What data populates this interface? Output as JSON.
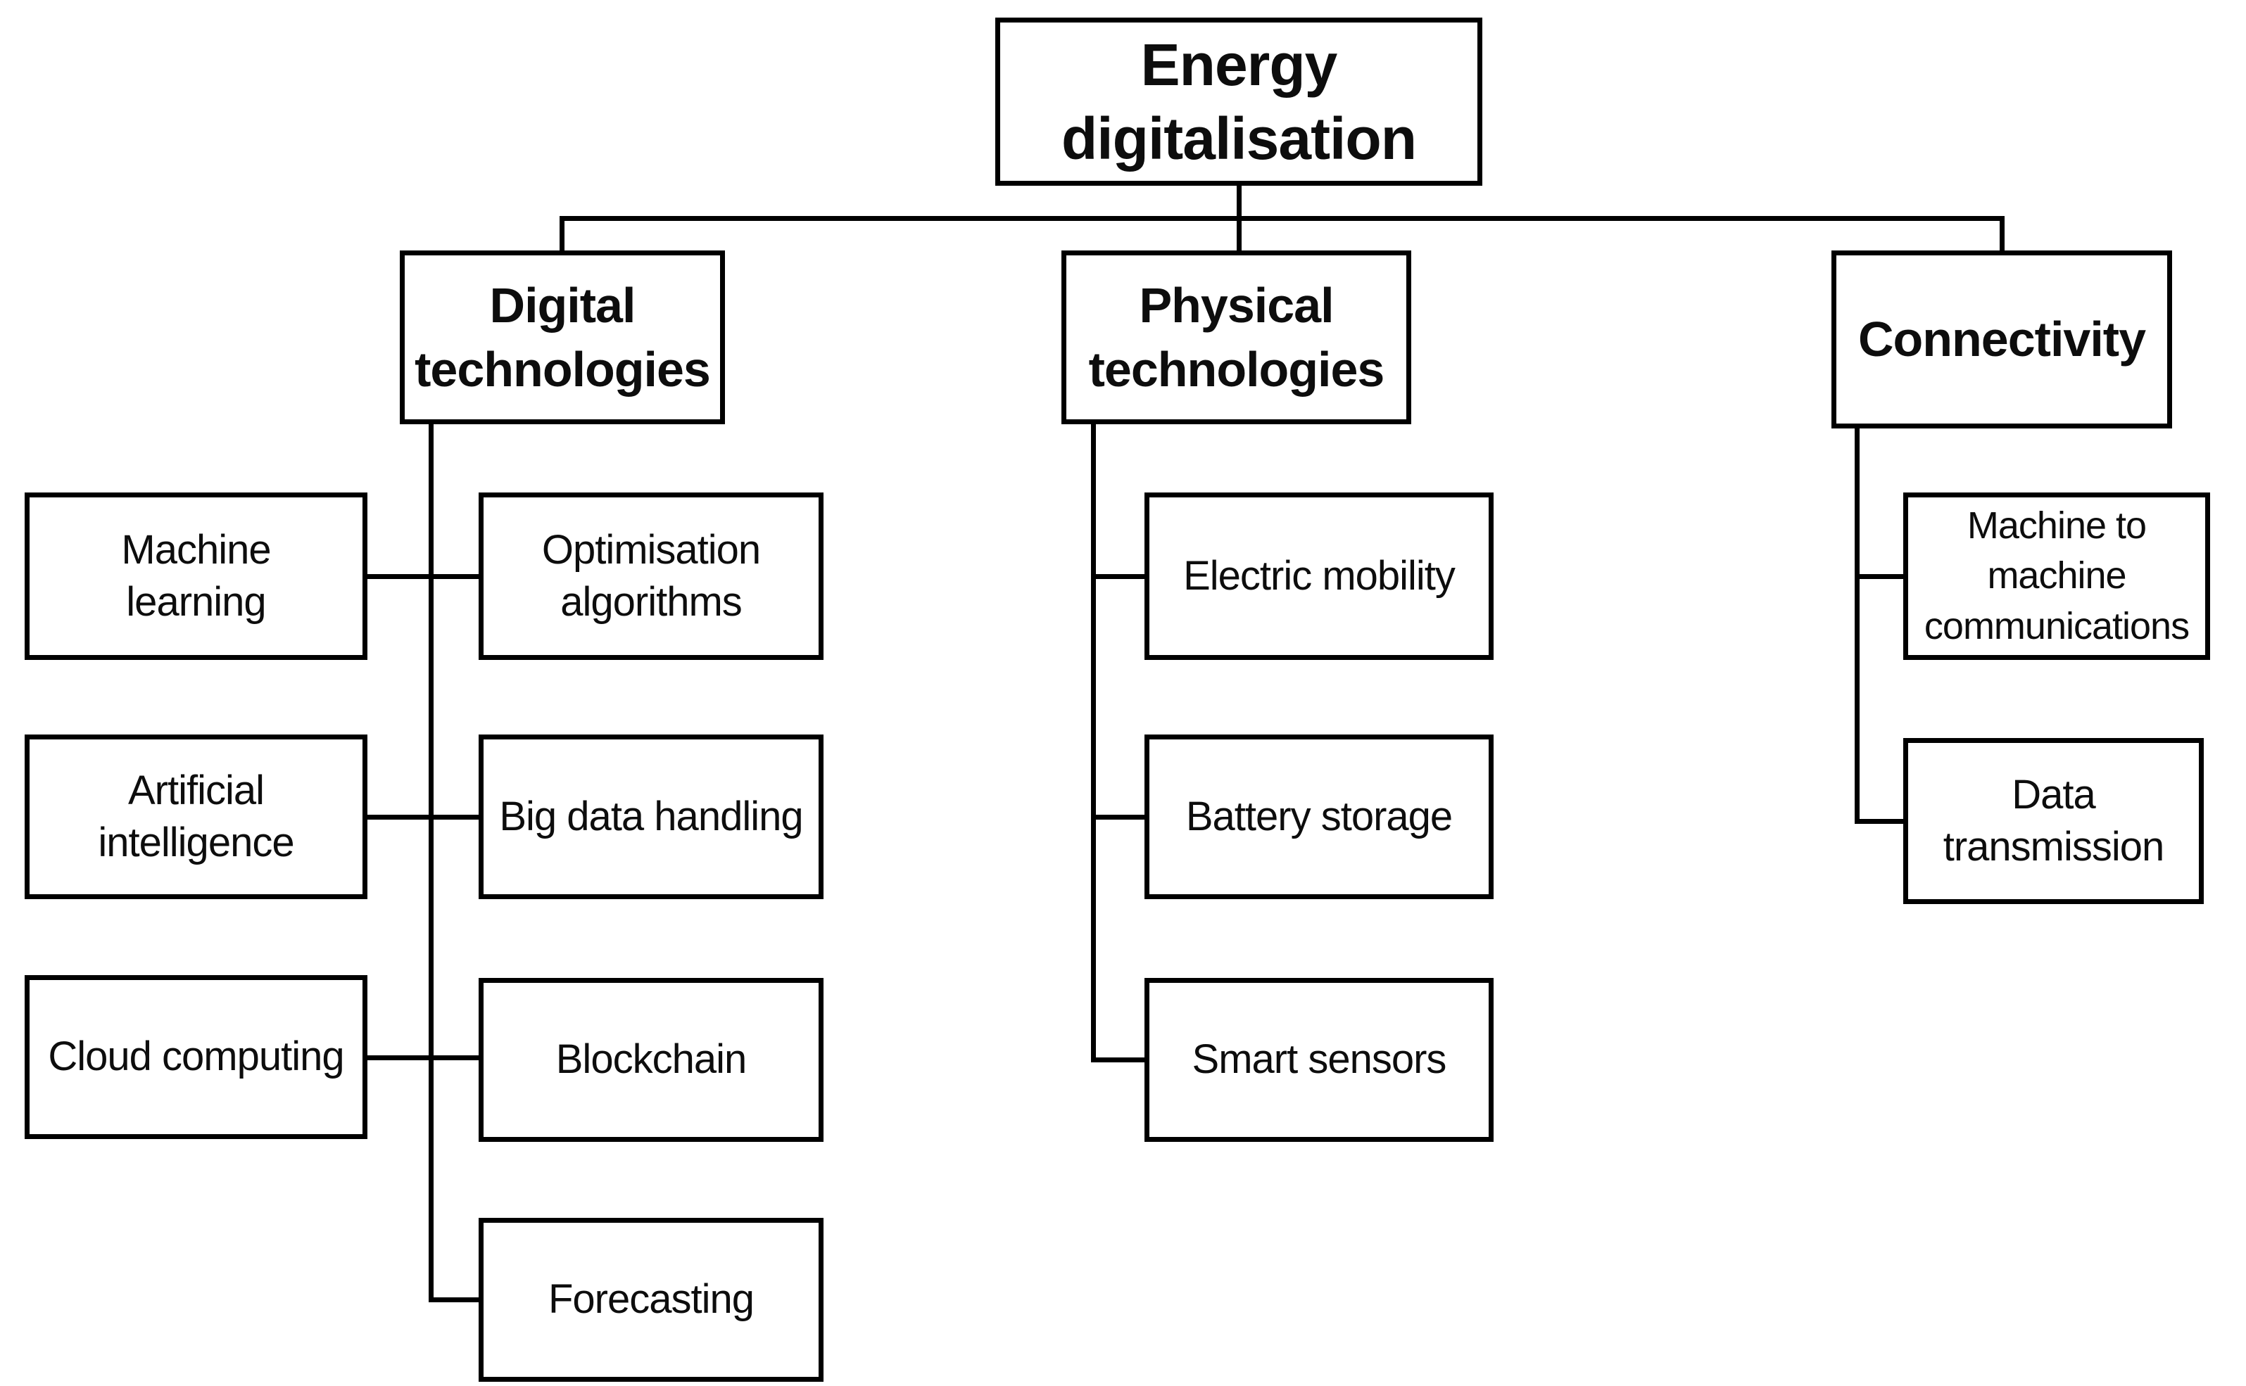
{
  "diagram": {
    "type": "tree",
    "title": "Energy digitalisation",
    "colors": {
      "box_border": "#000000",
      "box_background": "#ffffff",
      "text": "#0d0d0d",
      "connector": "#000000"
    },
    "nodes": {
      "root": {
        "label": "Energy\ndigitalisation",
        "emphasis": "bold"
      },
      "digital": {
        "label": "Digital\ntechnologies",
        "emphasis": "bold"
      },
      "physical": {
        "label": "Physical\ntechnologies",
        "emphasis": "bold"
      },
      "connectivity": {
        "label": "Connectivity",
        "emphasis": "bold"
      },
      "machine_learning": {
        "label": "Machine\nlearning",
        "emphasis": "regular"
      },
      "optimisation_algorithms": {
        "label": "Optimisation\nalgorithms",
        "emphasis": "regular"
      },
      "artificial_intelligence": {
        "label": "Artificial\nintelligence",
        "emphasis": "regular"
      },
      "big_data_handling": {
        "label": "Big data handling",
        "emphasis": "regular"
      },
      "cloud_computing": {
        "label": "Cloud computing",
        "emphasis": "regular"
      },
      "blockchain": {
        "label": "Blockchain",
        "emphasis": "regular"
      },
      "forecasting": {
        "label": "Forecasting",
        "emphasis": "regular"
      },
      "electric_mobility": {
        "label": "Electric mobility",
        "emphasis": "regular"
      },
      "battery_storage": {
        "label": "Battery storage",
        "emphasis": "regular"
      },
      "smart_sensors": {
        "label": "Smart sensors",
        "emphasis": "regular"
      },
      "machine_to_machine": {
        "label": "Machine to\nmachine\ncommunications",
        "emphasis": "regular"
      },
      "data_transmission": {
        "label": "Data\ntransmission",
        "emphasis": "regular"
      }
    },
    "hierarchy": {
      "root": [
        "digital",
        "physical",
        "connectivity"
      ],
      "digital": [
        "machine_learning",
        "optimisation_algorithms",
        "artificial_intelligence",
        "big_data_handling",
        "cloud_computing",
        "blockchain",
        "forecasting"
      ],
      "physical": [
        "electric_mobility",
        "battery_storage",
        "smart_sensors"
      ],
      "connectivity": [
        "machine_to_machine",
        "data_transmission"
      ]
    }
  }
}
